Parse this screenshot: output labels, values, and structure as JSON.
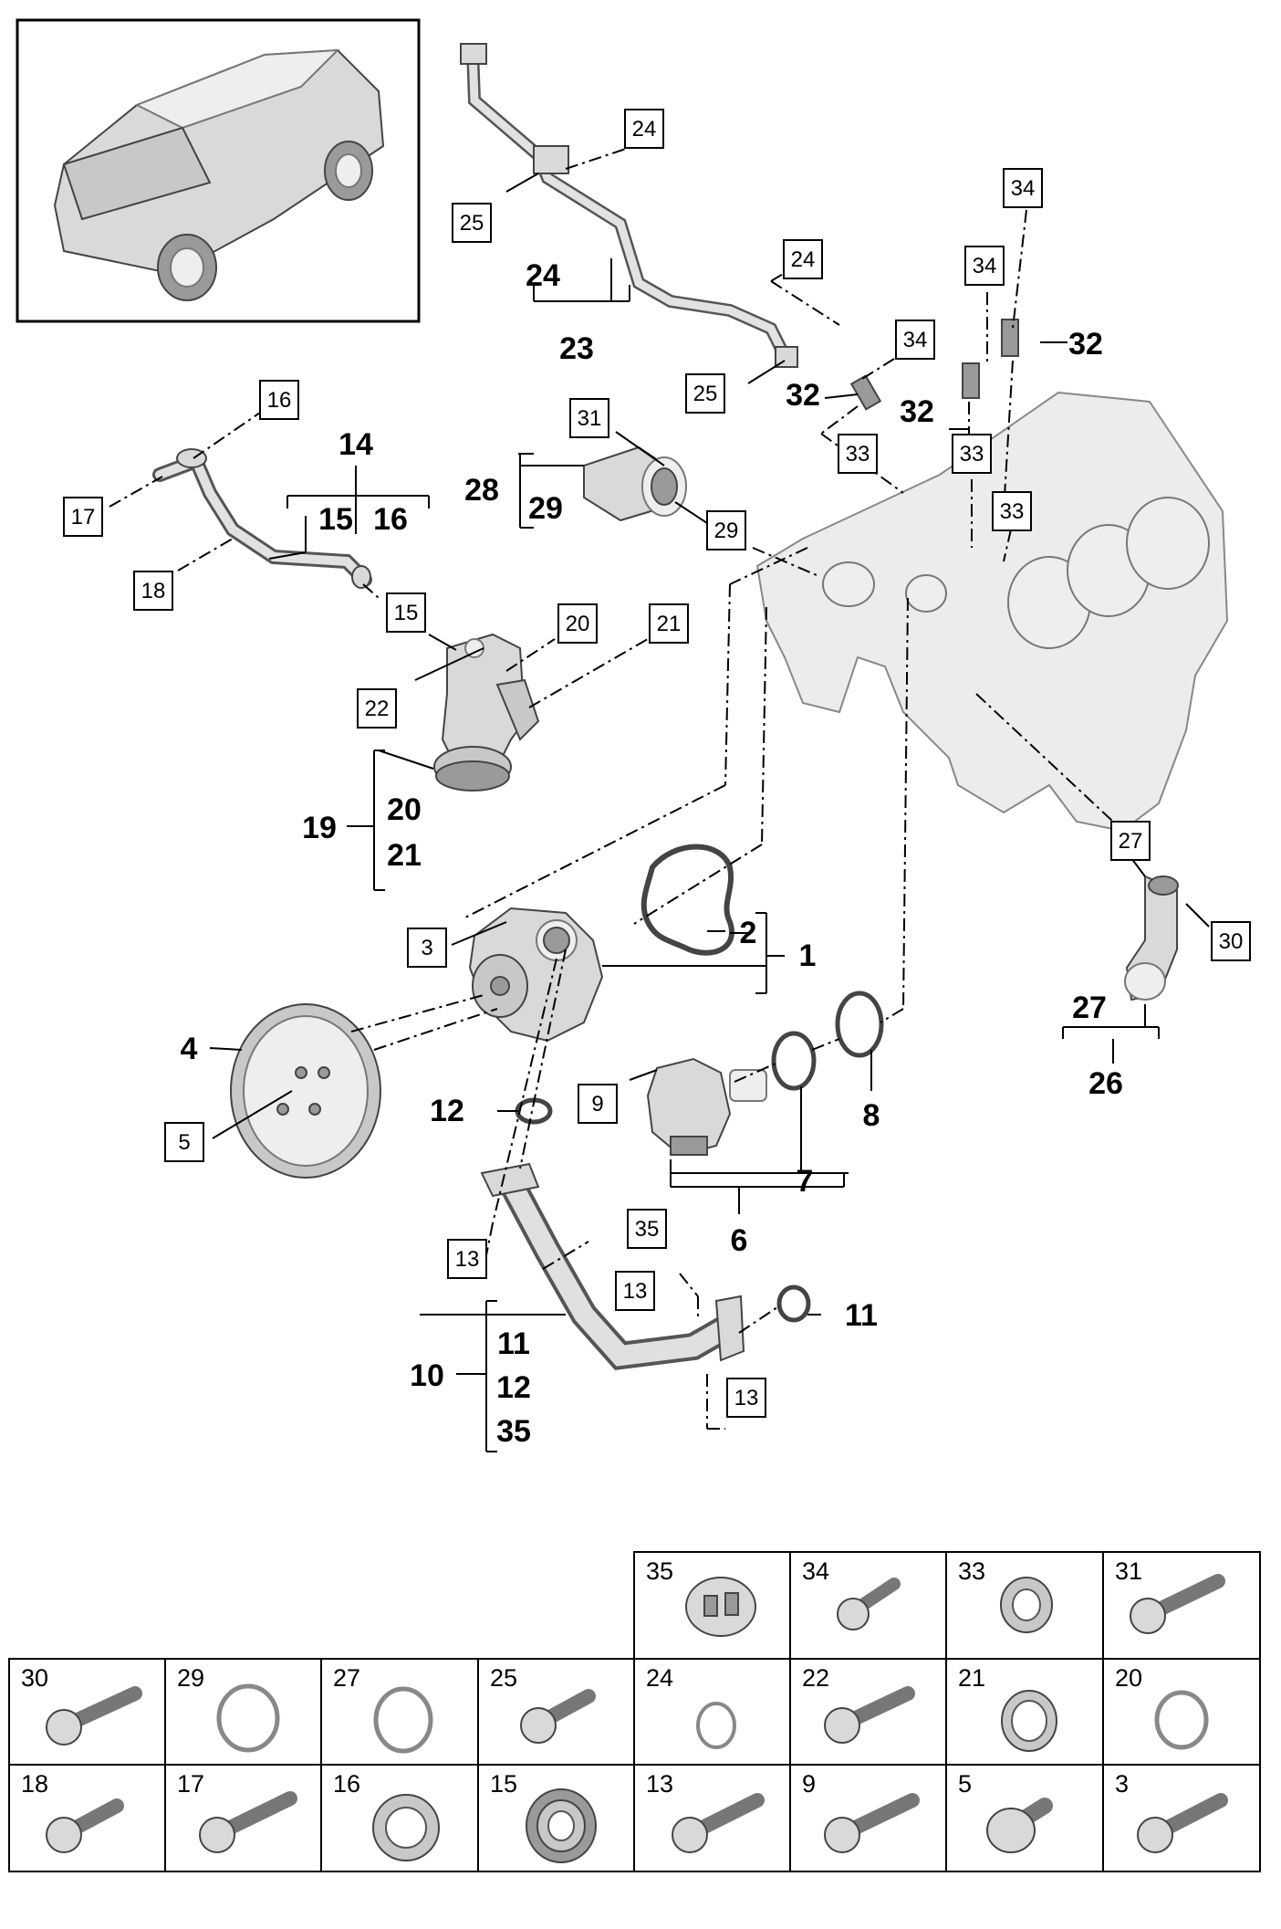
{
  "boxed_labels": {
    "b24_top": "24",
    "b25_top": "25",
    "b24_right": "24",
    "b34_a": "34",
    "b34_b": "34",
    "b34_c": "34",
    "b25_mid": "25",
    "b31": "31",
    "b33_a": "33",
    "b33_b": "33",
    "b33_c": "33",
    "b29": "29",
    "b16": "16",
    "b17": "17",
    "b18": "18",
    "b15": "15",
    "b20": "20",
    "b21": "21",
    "b22": "22",
    "b27": "27",
    "b30": "30",
    "b3": "3",
    "b5": "5",
    "b9": "9",
    "b13_a": "13",
    "b35": "35",
    "b13_b": "13",
    "b13_c": "13"
  },
  "bold_labels": {
    "l24": "24",
    "l23": "23",
    "l32_a": "32",
    "l32_b": "32",
    "l32_c": "32",
    "l28": "28",
    "l29": "29",
    "l14": "14",
    "l15": "15",
    "l16": "16",
    "l19": "19",
    "l20": "20",
    "l21": "21",
    "l2": "2",
    "l1": "1",
    "l4": "4",
    "l12": "12",
    "l8": "8",
    "l7": "7",
    "l6": "6",
    "l27": "27",
    "l26": "26",
    "l11_r": "11",
    "l10": "10",
    "l11": "11",
    "l12_g": "12",
    "l35": "35"
  },
  "fastener_table": {
    "row1": [
      "35",
      "34",
      "33",
      "31"
    ],
    "row2": [
      "30",
      "29",
      "27",
      "25",
      "24",
      "22",
      "21",
      "20"
    ],
    "row3": [
      "18",
      "17",
      "16",
      "15",
      "13",
      "9",
      "5",
      "3"
    ],
    "icons": {
      "35": "sleeve-icon",
      "34": "bolt-icon",
      "33": "seal-ring-icon",
      "31": "bolt-icon",
      "30": "bolt-icon",
      "29": "o-ring-icon",
      "27": "o-ring-icon",
      "25": "bolt-icon",
      "24": "o-ring-icon",
      "22": "bolt-icon",
      "21": "clip-ring-icon",
      "20": "o-ring-icon",
      "18": "bolt-icon",
      "17": "bolt-icon",
      "16": "seal-ring-icon",
      "15": "shaft-seal-icon",
      "13": "bolt-icon",
      "9": "bolt-icon",
      "5": "flange-bolt-icon",
      "3": "bolt-icon"
    }
  }
}
